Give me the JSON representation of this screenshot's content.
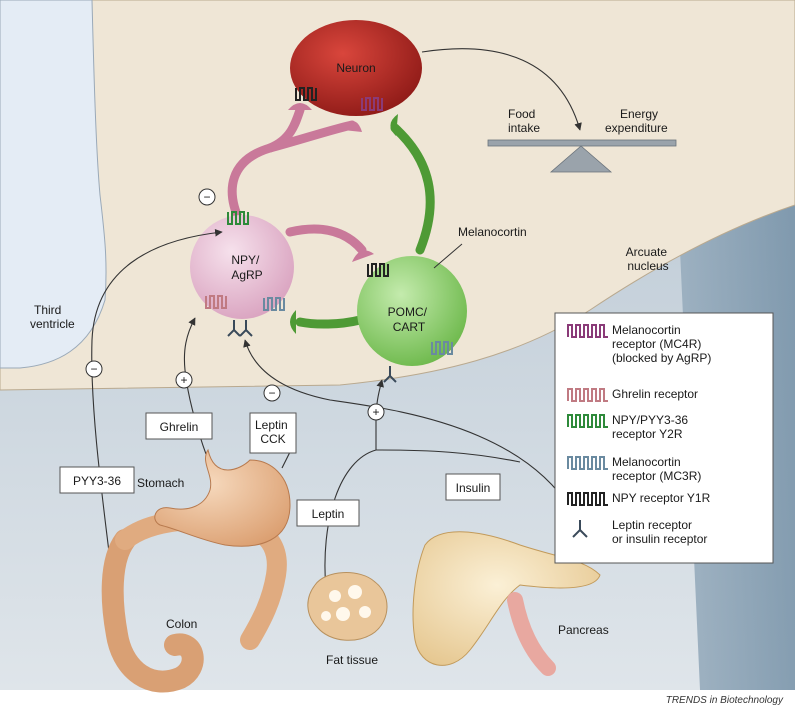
{
  "labels": {
    "neuron": "Neuron",
    "npy_line1": "NPY/",
    "npy_line2": "AgRP",
    "pomc_line1": "POMC/",
    "pomc_line2": "CART",
    "food_line1": "Food",
    "food_line2": "intake",
    "energy_line1": "Energy",
    "energy_line2": "expenditure",
    "melanocortin": "Melanocortin",
    "arcuate_line1": "Arcuate",
    "arcuate_line2": "nucleus",
    "third_line1": "Third",
    "third_line2": "ventricle",
    "stomach": "Stomach",
    "colon": "Colon",
    "fat_tissue": "Fat tissue",
    "pancreas": "Pancreas"
  },
  "boxes": {
    "pyy": "PYY3-36",
    "ghrelin": "Ghrelin",
    "leptin_cck_line1": "Leptin",
    "leptin_cck_line2": "CCK",
    "leptin": "Leptin",
    "insulin": "Insulin"
  },
  "signs": {
    "minus": "−",
    "plus": "+"
  },
  "legend": [
    {
      "lines": [
        "Melanocortin",
        "receptor (MC4R)",
        "(blocked by AgRP)"
      ],
      "color": "#8a3a78",
      "icon": "mc4r-receptor-icon"
    },
    {
      "lines": [
        "Ghrelin receptor"
      ],
      "color": "#c07a82",
      "icon": "ghrelin-receptor-icon"
    },
    {
      "lines": [
        "NPY/PYY3-36",
        "receptor Y2R"
      ],
      "color": "#2e8a3a",
      "icon": "y2r-receptor-icon"
    },
    {
      "lines": [
        "Melanocortin",
        "receptor (MC3R)"
      ],
      "color": "#6a8aa0",
      "icon": "mc3r-receptor-icon"
    },
    {
      "lines": [
        "NPY receptor Y1R"
      ],
      "color": "#222222",
      "icon": "y1r-receptor-icon"
    },
    {
      "lines": [
        "Leptin receptor",
        "or insulin receptor"
      ],
      "color": "#3a4a5a",
      "icon": "leptin-insulin-receptor-icon"
    }
  ],
  "credit": "TRENDS in Biotechnology",
  "colors": {
    "brain_bg": "#efe6d6",
    "ventricle": "#e4ecf5",
    "body_bg": "#8fa7bb",
    "neuron": "#b52a25",
    "npy_cell": "#e9c0d6",
    "npy_axon": "#c9799a",
    "pomc_cell": "#8fcf6a",
    "pomc_axon": "#4e9a35",
    "organ": "#e9b98a",
    "pancreas": "#f0d9a8"
  }
}
